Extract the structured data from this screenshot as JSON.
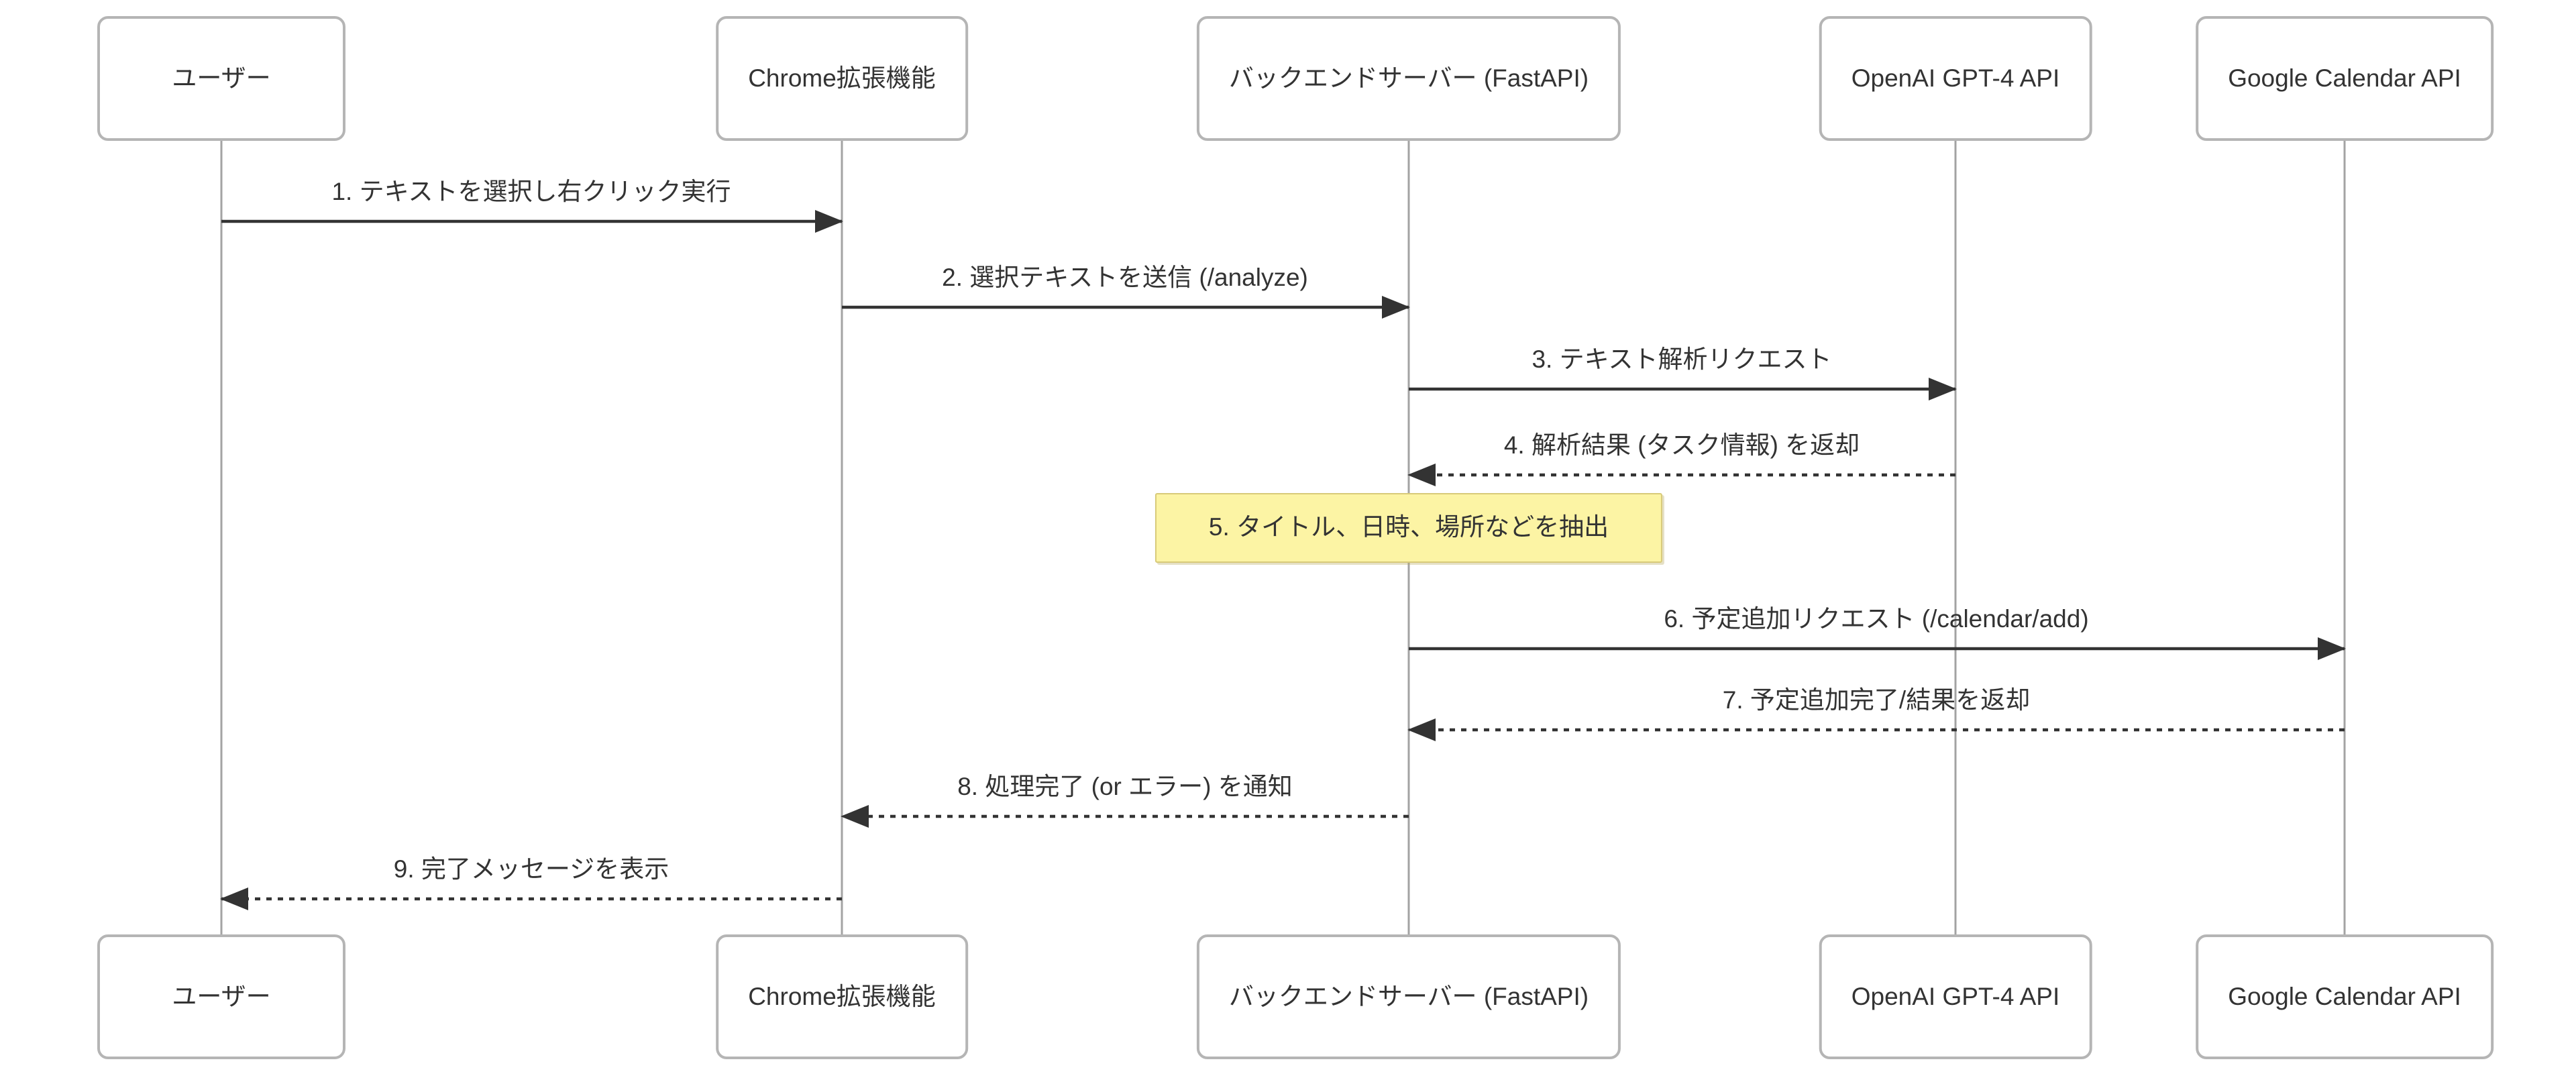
{
  "diagram": {
    "type": "sequence-diagram",
    "actors": [
      {
        "id": "user",
        "name": "ユーザー"
      },
      {
        "id": "chrome",
        "name": "Chrome拡張機能"
      },
      {
        "id": "backend",
        "name": "バックエンドサーバー (FastAPI)"
      },
      {
        "id": "openai",
        "name": "OpenAI GPT-4 API"
      },
      {
        "id": "gcal",
        "name": "Google Calendar API"
      }
    ],
    "messages": [
      {
        "seq": 1,
        "label": "1. テキストを選択し右クリック実行",
        "from": "user",
        "to": "chrome",
        "line": "solid",
        "kind": "message"
      },
      {
        "seq": 2,
        "label": "2. 選択テキストを送信 (/analyze)",
        "from": "chrome",
        "to": "backend",
        "line": "solid",
        "kind": "message"
      },
      {
        "seq": 3,
        "label": "3. テキスト解析リクエスト",
        "from": "backend",
        "to": "openai",
        "line": "solid",
        "kind": "message"
      },
      {
        "seq": 4,
        "label": "4. 解析結果 (タスク情報) を返却",
        "from": "openai",
        "to": "backend",
        "line": "dashed",
        "kind": "message"
      },
      {
        "seq": 5,
        "label": "5. タイトル、日時、場所などを抽出",
        "over": "backend",
        "kind": "note"
      },
      {
        "seq": 6,
        "label": "6. 予定追加リクエスト (/calendar/add)",
        "from": "backend",
        "to": "gcal",
        "line": "solid",
        "kind": "message"
      },
      {
        "seq": 7,
        "label": "7. 予定追加完了/結果を返却",
        "from": "gcal",
        "to": "backend",
        "line": "dashed",
        "kind": "message"
      },
      {
        "seq": 8,
        "label": "8. 処理完了 (or エラー) を通知",
        "from": "backend",
        "to": "chrome",
        "line": "dashed",
        "kind": "message"
      },
      {
        "seq": 9,
        "label": "9. 完了メッセージを表示",
        "from": "chrome",
        "to": "user",
        "line": "dashed",
        "kind": "message"
      }
    ],
    "colors": {
      "background": "#ffffff",
      "actor_box_border": "#b5b5b5",
      "actor_box_fill": "#ffffff",
      "lifeline": "#a3a3a3",
      "arrow": "#333333",
      "text": "#333333",
      "note_fill": "#fcf4a4",
      "note_border": "#d8ca79"
    }
  }
}
